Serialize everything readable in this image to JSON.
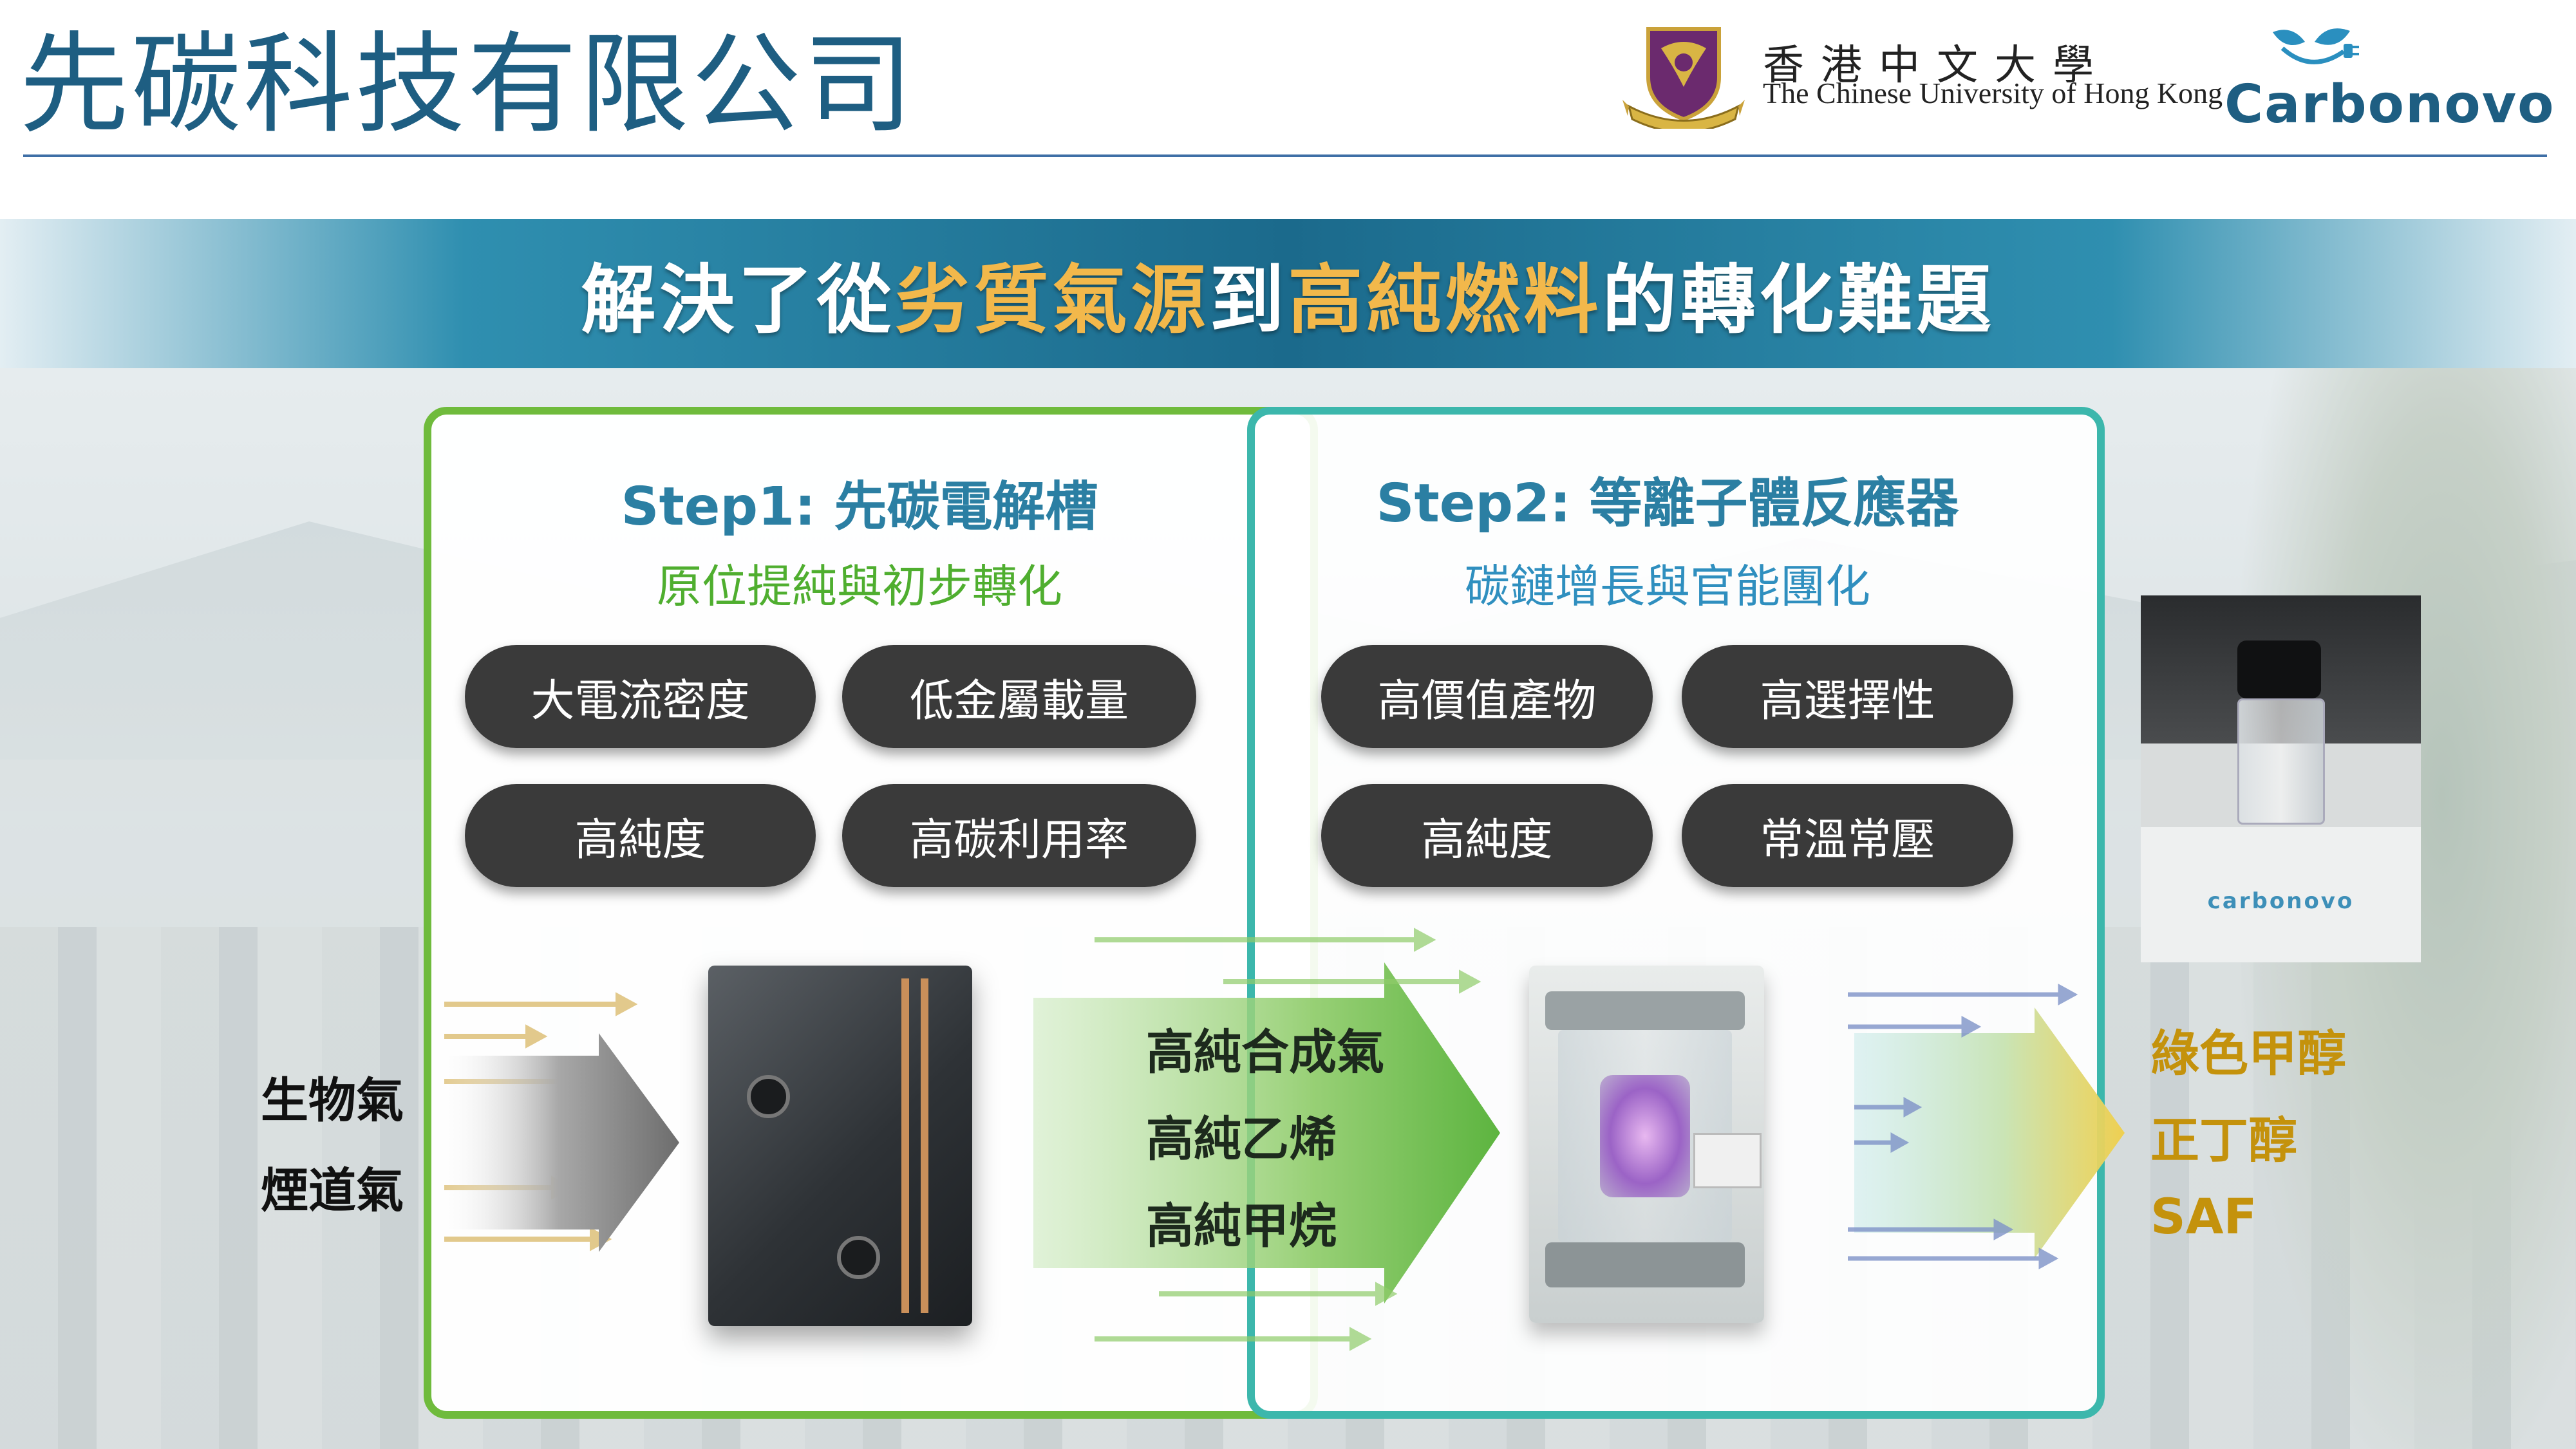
{
  "header": {
    "company_name": "先碳科技有限公司",
    "cuhk_name_zh": "香港中文大學",
    "cuhk_name_en": "The Chinese University of Hong Kong",
    "brand_logo_text": "Carbonovo"
  },
  "banner": {
    "part1": "解決了從",
    "highlight1": "劣質氣源",
    "part2": "到",
    "highlight2": "高純燃料",
    "part3": "的轉化難題"
  },
  "step1": {
    "title": "Step1: 先碳電解槽",
    "subtitle": "原位提純與初步轉化",
    "features": [
      "大電流密度",
      "低金屬載量",
      "高純度",
      "高碳利用率"
    ]
  },
  "step2": {
    "title": "Step2: 等離子體反應器",
    "subtitle": "碳鏈增長與官能團化",
    "features": [
      "高價值產物",
      "高選擇性",
      "高純度",
      "常溫常壓"
    ]
  },
  "flow": {
    "inputs": [
      "生物氣",
      "煙道氣"
    ],
    "intermediates": [
      "高純合成氣",
      "高純乙烯",
      "高純甲烷"
    ],
    "products": [
      "綠色甲醇",
      "正丁醇",
      "SAF"
    ]
  },
  "vial_label": "carbonovo",
  "colors": {
    "title_blue": "#1e5e82",
    "step_title_blue": "#2b7fa3",
    "step1_border_green": "#6fbb3c",
    "step1_subtitle_green": "#4fae2f",
    "step2_border_teal": "#3cb7ac",
    "step2_subtitle_blue": "#2f8fbf",
    "pill_dark": "#3a3a3a",
    "highlight_gold": "#f2b84b",
    "product_gold": "#c4920c"
  },
  "icons": [
    "cuhk-crest-icon",
    "carbonovo-leaf-plug-icon",
    "electrolyzer-image",
    "plasma-reactor-image",
    "product-vial-image"
  ]
}
